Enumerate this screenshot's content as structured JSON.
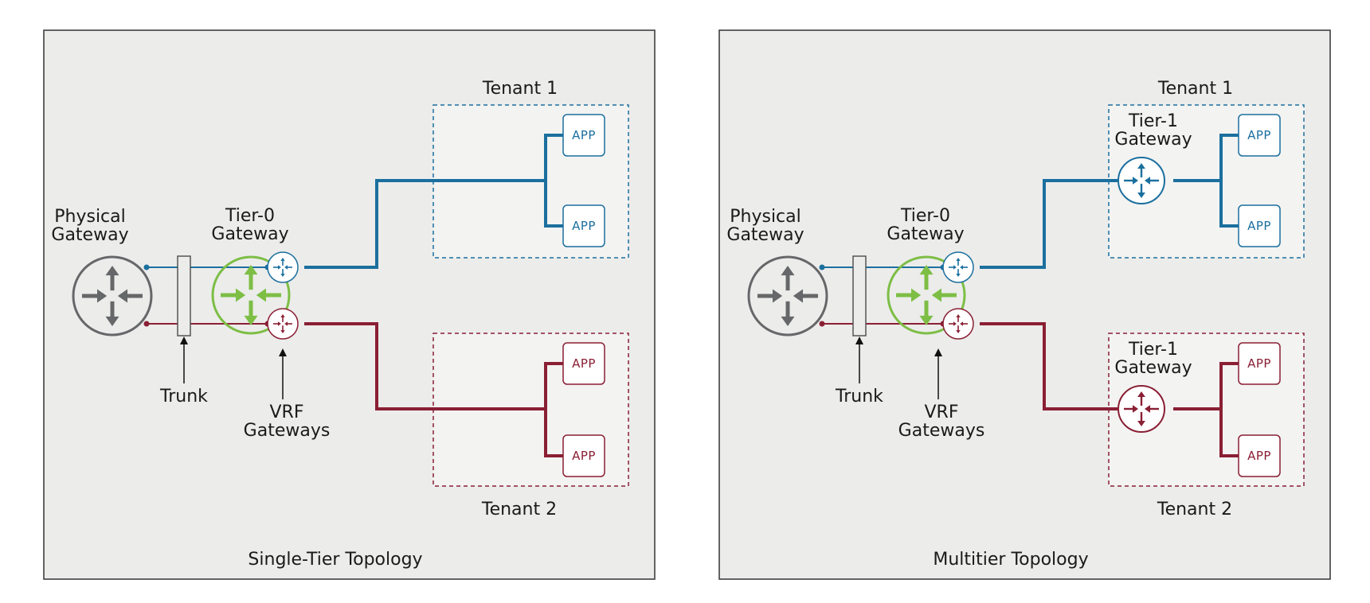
{
  "colors": {
    "panel_bg": "#ececeb",
    "tenant_bg": "#f3f3f2",
    "blue": "#1b6f9e",
    "red": "#8a1f34",
    "green": "#7dbe45",
    "gray": "#666769"
  },
  "panels": [
    {
      "caption": "Single-Tier Topology",
      "physical_gateway": "Physical\nGateway",
      "tier0_gateway": "Tier-0\nGateway",
      "trunk": "Trunk",
      "vrf_gateways": "VRF\nGateways",
      "tenant1": {
        "label": "Tenant 1",
        "apps": [
          "APP",
          "APP"
        ]
      },
      "tenant2": {
        "label": "Tenant 2",
        "apps": [
          "APP",
          "APP"
        ]
      }
    },
    {
      "caption": "Multitier Topology",
      "physical_gateway": "Physical\nGateway",
      "tier0_gateway": "Tier-0\nGateway",
      "trunk": "Trunk",
      "vrf_gateways": "VRF\nGateways",
      "tenant1": {
        "label": "Tenant 1",
        "tier1_gateway": "Tier-1\nGateway",
        "apps": [
          "APP",
          "APP"
        ]
      },
      "tenant2": {
        "label": "Tenant 2",
        "tier1_gateway": "Tier-1\nGateway",
        "apps": [
          "APP",
          "APP"
        ]
      }
    }
  ]
}
